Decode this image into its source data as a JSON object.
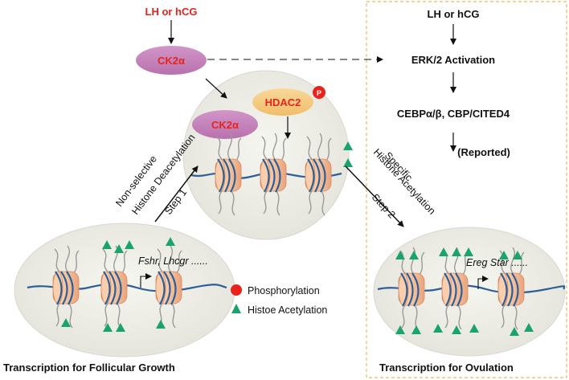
{
  "top_left": {
    "stimulus": "LH or hCG",
    "kinase": "CK2α"
  },
  "center": {
    "kinase": "CK2α",
    "deacetylase": "HDAC2",
    "phospho_mark": "P"
  },
  "right_panel": {
    "stimulus": "LH or hCG",
    "erk": "ERK/2 Activation",
    "factors": "CEBPα/β, CBP/CITED4",
    "reported": "(Reported)",
    "title": "Transcription for Ovulation"
  },
  "step1": {
    "line1": "Non-selective",
    "line2": "Histone Deacetylation",
    "label": "Step 1"
  },
  "step2": {
    "line1": "Specific",
    "line2": "Histone Acetylation",
    "label": "Step 2"
  },
  "left_cell": {
    "genes": "Fshr,  Lhcgr ......",
    "title": "Transcription for Follicular Growth"
  },
  "right_cell": {
    "genes": "Ereg Star ......"
  },
  "legend": {
    "phosphorylation": "Phosphorylation",
    "acetylation": "Histoe Acetylation"
  },
  "colors": {
    "ck2": "#c583bb",
    "hdac2": "#f4c77e",
    "cell_fill": "#efefe8",
    "nucleosome": "#f2b890",
    "dna": "#2d5f96",
    "acetyl": "#1aa36a",
    "phospho": "#e8231c",
    "dashed_box": "#f0b860"
  }
}
